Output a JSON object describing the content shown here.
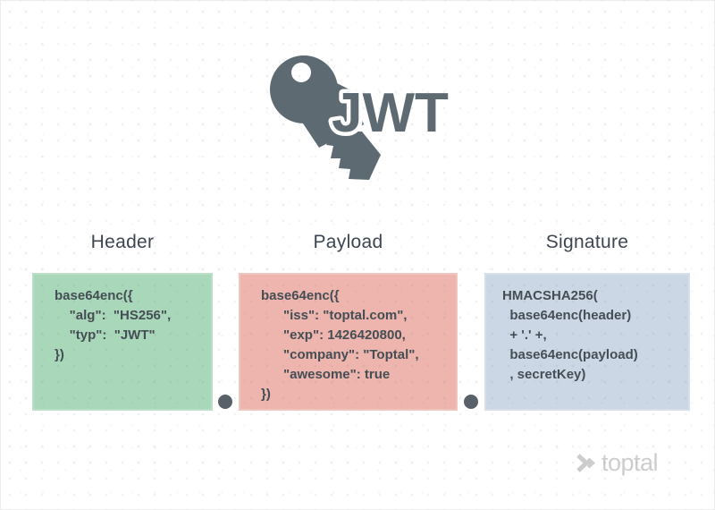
{
  "diagram": {
    "logo": {
      "text": "JWT",
      "icon": "key-icon"
    },
    "sections": [
      {
        "title": "Header",
        "box_color": "#a9d7b9",
        "code": [
          "base64enc({",
          "    \"alg\":  \"HS256\",",
          "    \"typ\":  \"JWT\"",
          "})"
        ]
      },
      {
        "title": "Payload",
        "box_color": "#edb5ad",
        "code": [
          "base64enc({",
          "      \"iss\": \"toptal.com\",",
          "      \"exp\": 1426420800,",
          "      \"company\": \"Toptal\",",
          "      \"awesome\": true",
          "})"
        ]
      },
      {
        "title": "Signature",
        "box_color": "#cbd7e5",
        "code": [
          "HMACSHA256(",
          "  base64enc(header)",
          "  + '.' +,",
          "  base64enc(payload)",
          "  , secretKey)"
        ]
      }
    ],
    "footer": {
      "brand": "toptal"
    },
    "colors": {
      "key_icon": "#5d6a72",
      "title_text": "#3d4650",
      "code_text": "#454e55",
      "connector_dot": "#58606a",
      "brand_gray": "#cdcdcd",
      "header_box": "#a9d7b9",
      "payload_box": "#edb5ad",
      "signature_box": "#cbd7e5"
    }
  }
}
